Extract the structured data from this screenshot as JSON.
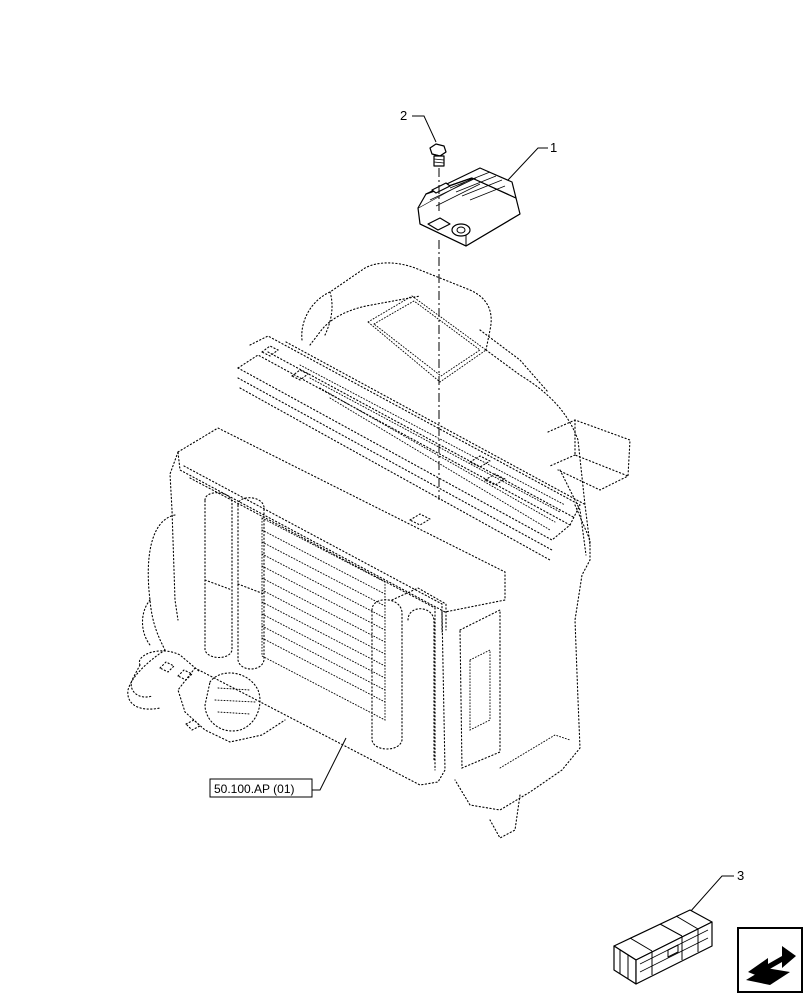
{
  "callouts": [
    {
      "id": "1",
      "label": "1"
    },
    {
      "id": "2",
      "label": "2"
    },
    {
      "id": "3",
      "label": "3"
    }
  ],
  "reference": {
    "label": "50.100.AP (01)"
  },
  "icons": {
    "crate": "parts-kit-crate-icon",
    "navigate": "next-page-arrow-icon"
  }
}
